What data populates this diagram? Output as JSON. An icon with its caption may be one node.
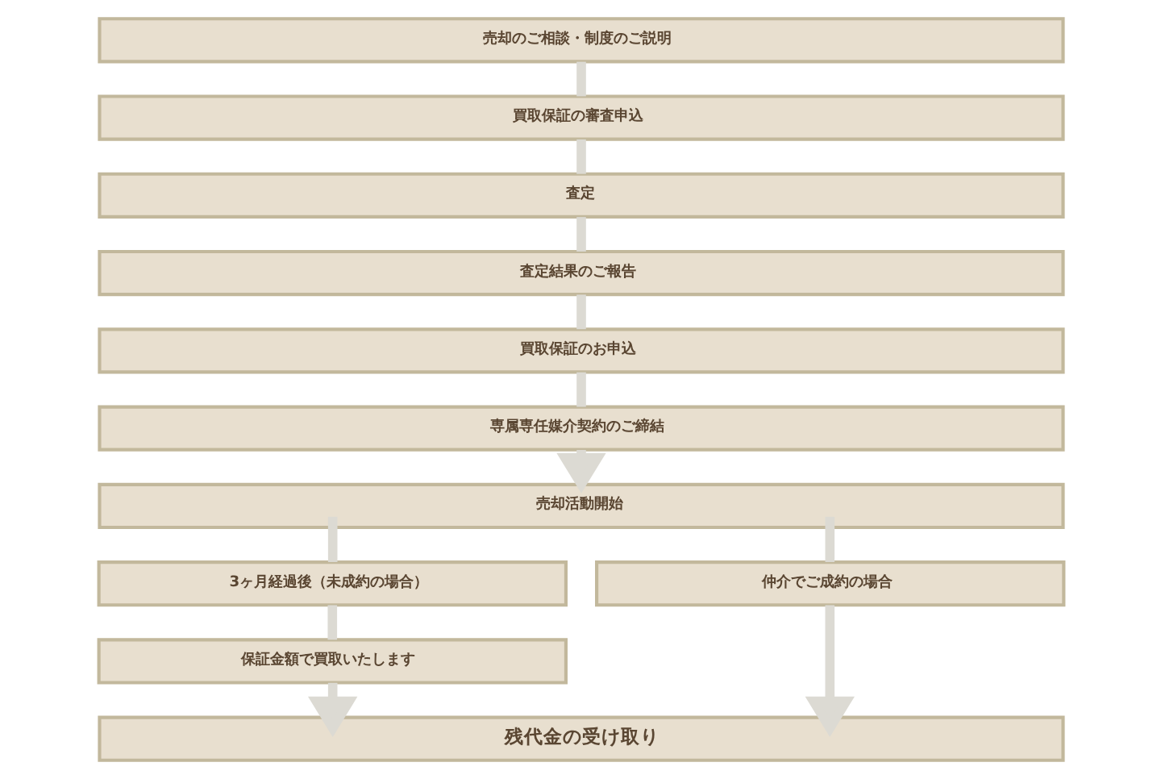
{
  "diagram": {
    "nodes": [
      {
        "text": [
          "売却のご相談・制度のご説明"
        ]
      },
      {
        "text": [
          "買取保証の審査申込"
        ]
      },
      {
        "text": [
          "査定"
        ]
      },
      {
        "text": [
          "査定結果のご報告"
        ]
      },
      {
        "text": [
          "買取保証のお申込"
        ]
      },
      {
        "text": [
          "専属専任媒介契約のご締結"
        ]
      },
      {
        "text": [
          "売却活動開始"
        ]
      },
      {
        "text": [
          "3ヶ月経過後（未成約の場合）"
        ]
      },
      {
        "text": [
          "保証金額で買取いたします"
        ]
      },
      {
        "text": [
          "仲介でご成約の場合"
        ]
      },
      {
        "text": [
          "残代金の受け取り"
        ]
      }
    ],
    "edges": [
      {
        "from": 0,
        "to": 1,
        "arrow": "none"
      },
      {
        "from": 1,
        "to": 2,
        "arrow": "none"
      },
      {
        "from": 2,
        "to": 3,
        "arrow": "none"
      },
      {
        "from": 3,
        "to": 4,
        "arrow": "none"
      },
      {
        "from": 4,
        "to": 5,
        "arrow": "none"
      },
      {
        "from": 5,
        "to": 6,
        "arrow": "to"
      },
      {
        "from": 6,
        "to": 7,
        "arrow": "none"
      },
      {
        "from": 7,
        "to": 8,
        "arrow": "none"
      },
      {
        "from": 8,
        "to": 10,
        "arrow": "to"
      },
      {
        "from": 6,
        "to": 9,
        "arrow": "none"
      },
      {
        "from": 9,
        "to": 10,
        "arrow": "to"
      }
    ]
  }
}
